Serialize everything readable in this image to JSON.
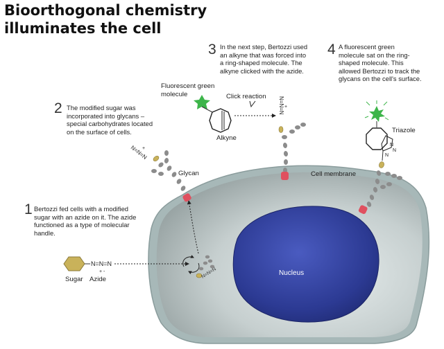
{
  "title": {
    "line1": "Bioorthogonal chemistry",
    "line2": "illuminates the cell"
  },
  "steps": [
    {
      "number": "1",
      "lines": [
        "Bertozzi fed cells with a modified",
        "sugar with an azide on it. The azide",
        "functioned as a type of molecular",
        "handle."
      ]
    },
    {
      "number": "2",
      "lines": [
        "The modified sugar was",
        "incorporated into glycans –",
        "special carbohydrates located",
        "on the surface of cells."
      ]
    },
    {
      "number": "3",
      "lines": [
        "In the next step, Bertozzi used",
        "an alkyne that was forced into",
        "a ring-shaped molecule. The",
        "alkyne clicked with the azide."
      ]
    },
    {
      "number": "4",
      "lines": [
        "A fluorescent green",
        "molecule sat on the ring-",
        "shaped molecule. This",
        "allowed Bertozzi to track the",
        "glycans on the cell's surface."
      ]
    }
  ],
  "labels": {
    "fluorescent_line1": "Fluorescent green",
    "fluorescent_line2": "molecule",
    "click_reaction": "Click reaction",
    "alkyne": "Alkyne",
    "glycan": "Glycan",
    "cell_membrane": "Cell membrane",
    "triazole": "Triazole",
    "nucleus": "Nucleus",
    "sugar": "Sugar",
    "azide": "Azide",
    "azide_formula": "N=N=N",
    "azide_charges": "+ -",
    "plus": "+",
    "minus": "-",
    "triazole_n": "N",
    "triazole_nn": "N",
    "triazole_n2": "N"
  },
  "colors": {
    "sugar_gold": "#c9b25a",
    "sugar_stroke": "#8a7a3a",
    "glycan_gray": "#8c8c8c",
    "anchor_red": "#e0505f",
    "fluor_green": "#3db54a",
    "cytoplasm": "#aeb8b8",
    "membrane": "#9fb2b2",
    "nucleus": "#2f3f9a"
  }
}
